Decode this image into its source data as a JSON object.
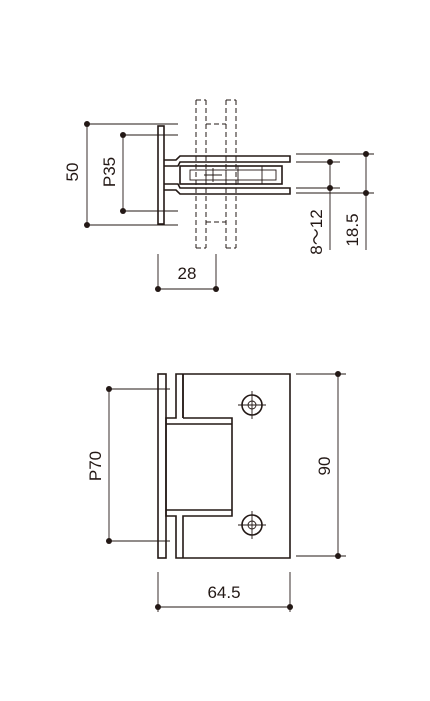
{
  "colors": {
    "ink": "#231815",
    "background": "#ffffff"
  },
  "top_view": {
    "dim_height_total": "50",
    "dim_pitch": "P35",
    "dim_depth": "28",
    "dim_glass_thickness": "8～12",
    "dim_offset": "18.5"
  },
  "front_view": {
    "dim_pitch": "P70",
    "dim_height": "90",
    "dim_width": "64.5"
  }
}
